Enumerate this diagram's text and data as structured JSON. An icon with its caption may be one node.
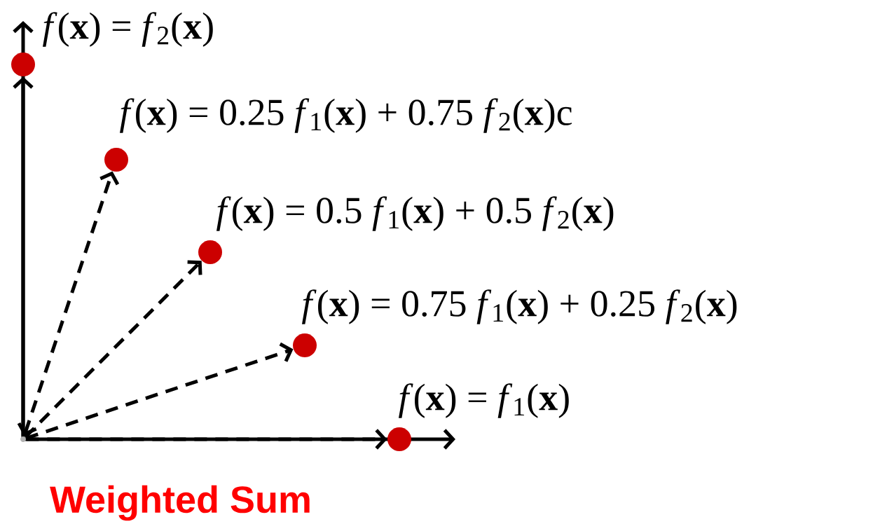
{
  "diagram": {
    "nodes": [
      {
        "text": [],
        "shape": "circle",
        "beside": [
          "*f*(**x**) = *f*$_{2}$(**x**)"
        ]
      },
      {
        "text": [],
        "shape": "circle",
        "beside": [
          "*f*(**x**) = 0.25 *f*$_{1}$(**x**) + 0.75 *f*$_{2}$(**x**)c"
        ]
      },
      {
        "text": [],
        "shape": "circle",
        "beside": [
          "*f*(**x**) = 0.5 *f*$_{1}$(**x**) + 0.5 *f*$_{2}$(**x**)"
        ]
      },
      {
        "text": [],
        "shape": "circle",
        "beside": [
          "*f*(**x**) = 0.75 *f*$_{1}$(**x**) + 0.25 *f*$_{2}$(**x**)"
        ]
      },
      {
        "text": [],
        "shape": "circle",
        "beside": [
          "*f*(**x**) = *f*$_{1}$(**x**)"
        ]
      },
      {
        "text": [],
        "shape": "circle"
      }
    ],
    "edges": [
      {
        "from": 5,
        "to": 0,
        "arrow": "to"
      },
      {
        "from": 5,
        "to": 1,
        "arrow": "both",
        "style": "dashed"
      },
      {
        "from": 5,
        "to": 2,
        "arrow": "to",
        "style": "dashed"
      },
      {
        "from": 5,
        "to": 3,
        "arrow": "to",
        "style": "dashed"
      },
      {
        "from": 5,
        "to": 4,
        "arrow": "to",
        "style": "dashed"
      }
    ],
    "labels": [
      "Weighted Sum"
    ]
  }
}
